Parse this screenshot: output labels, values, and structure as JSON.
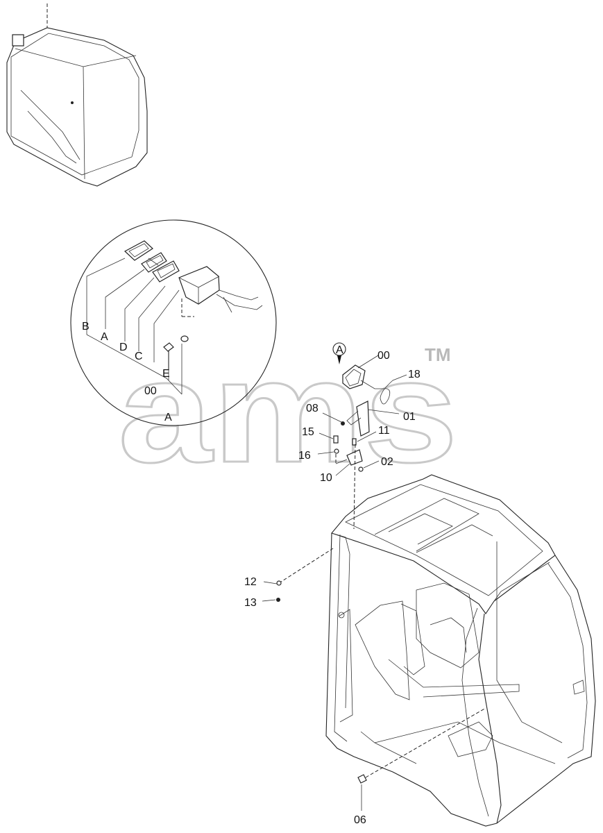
{
  "watermark": {
    "text": "ams",
    "tm": "TM"
  },
  "detail": {
    "circle_label": "A"
  },
  "detail_labels": {
    "b": "B",
    "a1": "A",
    "d": "D",
    "c": "C",
    "e": "E",
    "n00": "00",
    "a2": "A"
  },
  "callouts": {
    "view_a": "A",
    "p00": "00",
    "p18": "18",
    "p08": "08",
    "p01": "01",
    "p15": "15",
    "p11": "11",
    "p16": "16",
    "p02": "02",
    "p10": "10",
    "p12": "12",
    "p13": "13",
    "p06": "06"
  }
}
